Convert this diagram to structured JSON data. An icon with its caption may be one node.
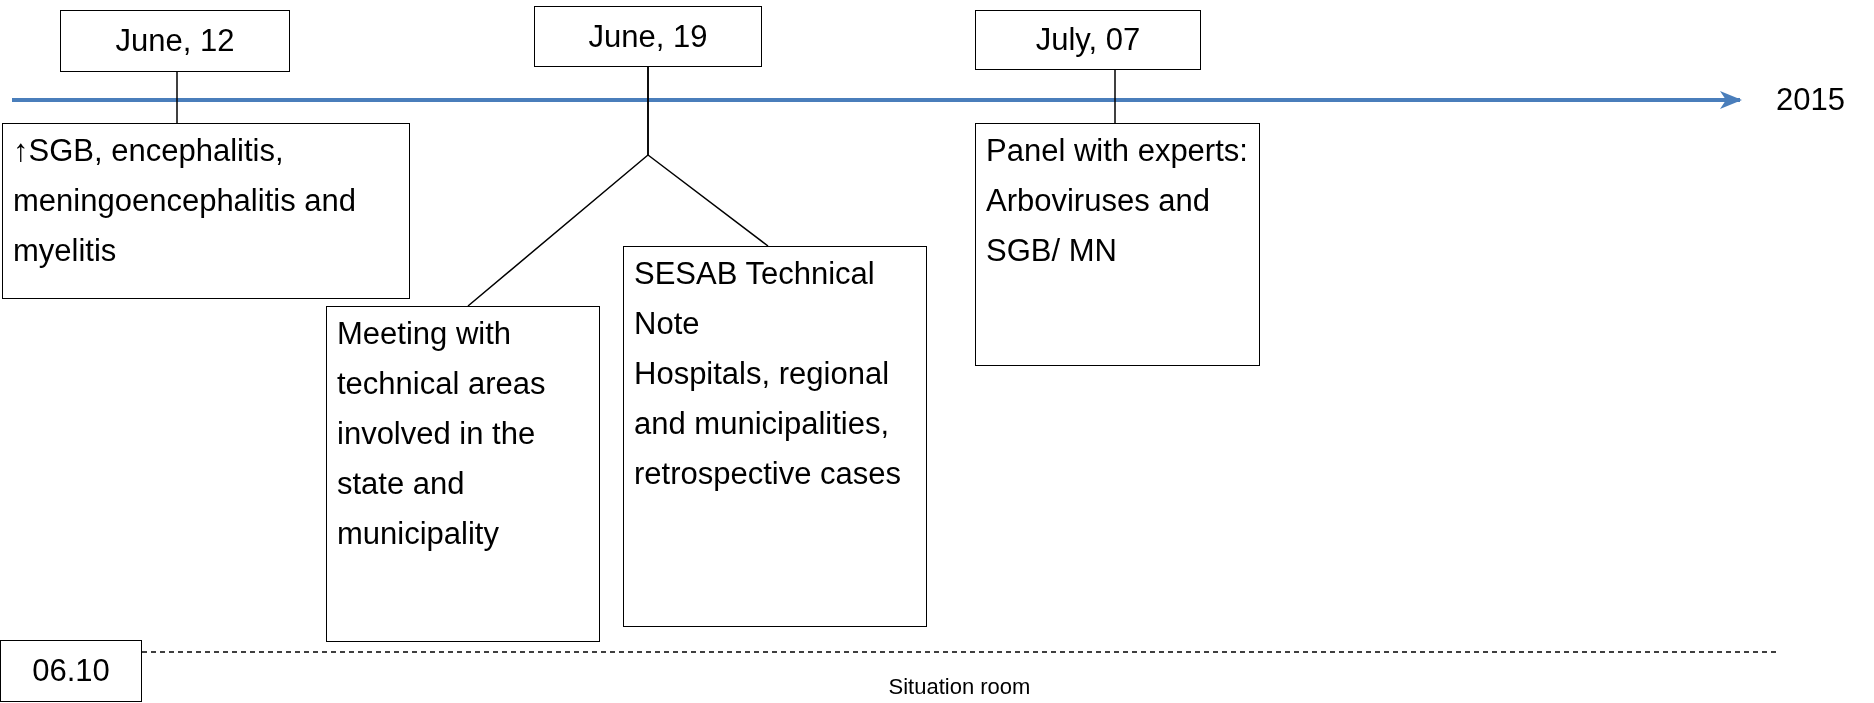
{
  "diagram": {
    "nodes": [
      {
        "text": [
          "June, 12"
        ]
      },
      {
        "text": [
          "June, 19"
        ]
      },
      {
        "text": [
          "July, 07"
        ]
      },
      {
        "text": [
          "↑SGB, encephalitis, meningoencephalitis and myelitis"
        ]
      },
      {
        "text": [
          "Meeting with technical areas involved in the state and municipality"
        ]
      },
      {
        "text": [
          "SESAB Technical Note",
          "Hospitals, regional and municipalities, retrospective cases"
        ]
      },
      {
        "text": [
          "Panel with experts: Arboviruses and SGB/ MN"
        ]
      },
      {
        "text": [
          "06.10"
        ]
      }
    ],
    "edges": [
      {
        "from": 0,
        "to": 3,
        "arrow": "none"
      },
      {
        "from": 1,
        "to": 4,
        "arrow": "none"
      },
      {
        "from": 1,
        "to": 5,
        "arrow": "none"
      },
      {
        "from": 2,
        "to": 6,
        "arrow": "none"
      },
      {
        "from": 7,
        "to": null,
        "arrow": "none",
        "style": "dashed",
        "label": "Situation room"
      }
    ],
    "labels": [
      "2015"
    ]
  }
}
